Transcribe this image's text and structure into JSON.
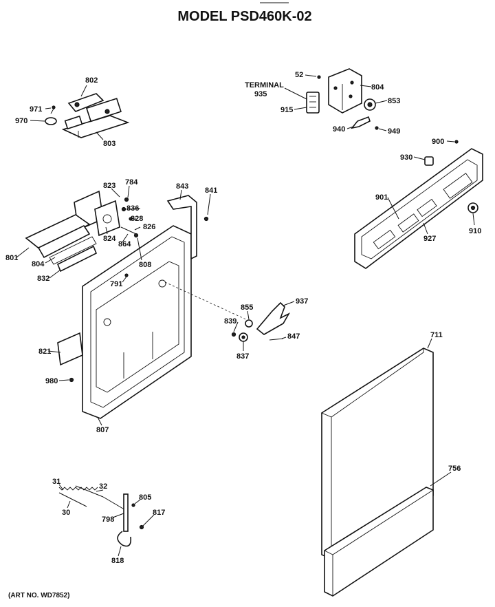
{
  "title": "MODEL PSD460K-02",
  "art_number": "(ART NO. WD7852)",
  "labels": {
    "l802": "802",
    "l971": "971",
    "l970": "970",
    "l803": "803",
    "l52": "52",
    "l804a": "804",
    "lterminal": "TERMINAL",
    "l935": "935",
    "l915": "915",
    "l853": "853",
    "l940": "940",
    "l949": "949",
    "l900": "900",
    "l930": "930",
    "l901": "901",
    "l927": "927",
    "l910": "910",
    "l823": "823",
    "l784": "784",
    "l836": "836",
    "l828": "828",
    "l826": "826",
    "l824": "824",
    "l864": "864",
    "l801": "801",
    "l804b": "804",
    "l832": "832",
    "l843": "843",
    "l841": "841",
    "l808": "808",
    "l791": "791",
    "l855": "855",
    "l937a": "937",
    "l839": "839",
    "l847": "847",
    "l837": "837",
    "l821": "821",
    "l980": "980",
    "l807": "807",
    "l711": "711",
    "l31": "31",
    "l32": "32",
    "l30": "30",
    "l805": "805",
    "l798": "798",
    "l817": "817",
    "l818": "818",
    "l756": "756"
  }
}
